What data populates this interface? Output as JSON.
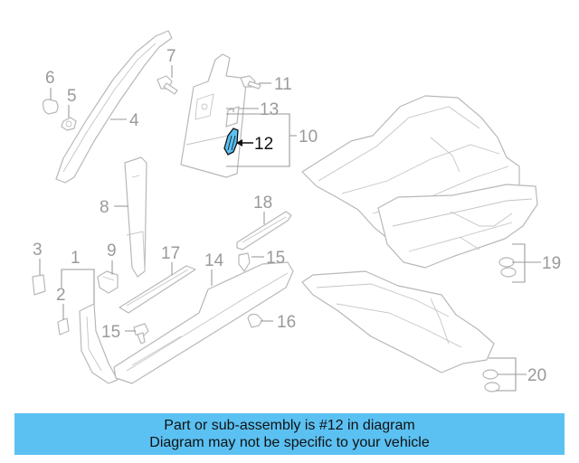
{
  "callouts": {
    "c1": "1",
    "c2": "2",
    "c3": "3",
    "c4": "4",
    "c5": "5",
    "c6": "6",
    "c7": "7",
    "c8": "8",
    "c9": "9",
    "c10": "10",
    "c11": "11",
    "c12": "12",
    "c13": "13",
    "c14": "14",
    "c15a": "15",
    "c15b": "15",
    "c16": "16",
    "c17": "17",
    "c18": "18",
    "c19": "19",
    "c20": "20"
  },
  "highlight": {
    "part_number": "12",
    "color": "#5bc1f2"
  },
  "banner": {
    "line1": "Part or sub-assembly is #12 in diagram",
    "line2": "Diagram may not be specific to your vehicle",
    "background": "#5bc1f2"
  }
}
